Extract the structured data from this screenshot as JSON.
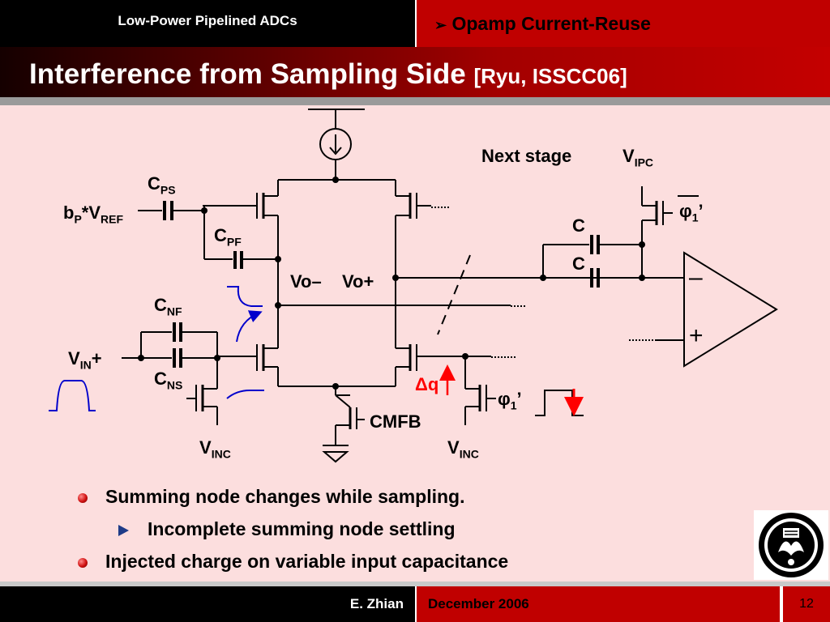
{
  "header": {
    "course": "Low-Power Pipelined ADCs",
    "topic": "Opamp Current-Reuse",
    "topic_bullet": "➢"
  },
  "slide": {
    "title": "Interference from Sampling Side",
    "citation": "[Ryu, ISSCC06]"
  },
  "circuit": {
    "labels": {
      "cps_main": "C",
      "cps_sub": "PS",
      "bp": "b",
      "bp_sub": "P",
      "vref": "*V",
      "vref_sub": "REF",
      "cpf_main": "C",
      "cpf_sub": "PF",
      "cnf_main": "C",
      "cnf_sub": "NF",
      "cns_main": "C",
      "cns_sub": "NS",
      "vin_main": "V",
      "vin_sub": "IN",
      "vin_sign": "+",
      "vinc_left_main": "V",
      "vinc_left_sub": "INC",
      "vinc_right_main": "V",
      "vinc_right_sub": "INC",
      "vo_minus": "Vo–",
      "vo_plus": "Vo+",
      "next_stage": "Next stage",
      "vipc_main": "V",
      "vipc_sub": "IPC",
      "c_top": "C",
      "c_bottom": "C",
      "phi_top": "φ",
      "phi_top_sub": "1",
      "phi_top_prime": "’",
      "phi_bot": "φ",
      "phi_bot_sub": "1",
      "phi_bot_prime": "’",
      "delta_q": "Δq",
      "cmfb": "CMFB",
      "opamp_minus": "–",
      "opamp_plus": "+"
    },
    "colors": {
      "wire": "#000000",
      "waveform": "#0000cc",
      "charge_arrow": "#ff0000"
    }
  },
  "bullets": [
    {
      "text": "Summing node changes while sampling.",
      "level": 1,
      "marker": "sphere-bullet-icon"
    },
    {
      "text": "Incomplete summing node settling",
      "level": 2,
      "marker": "triangle-bullet-icon"
    },
    {
      "text": "Injected charge on variable input capacitance",
      "level": 1,
      "marker": "sphere-bullet-icon"
    }
  ],
  "footer": {
    "author": "E. Zhian",
    "date": "December 2006",
    "page": "12"
  },
  "logo": {
    "icon": "university-seal-icon"
  },
  "theme": {
    "dark": "#000000",
    "accent": "#c00000",
    "content_bg": "#fcdede"
  }
}
